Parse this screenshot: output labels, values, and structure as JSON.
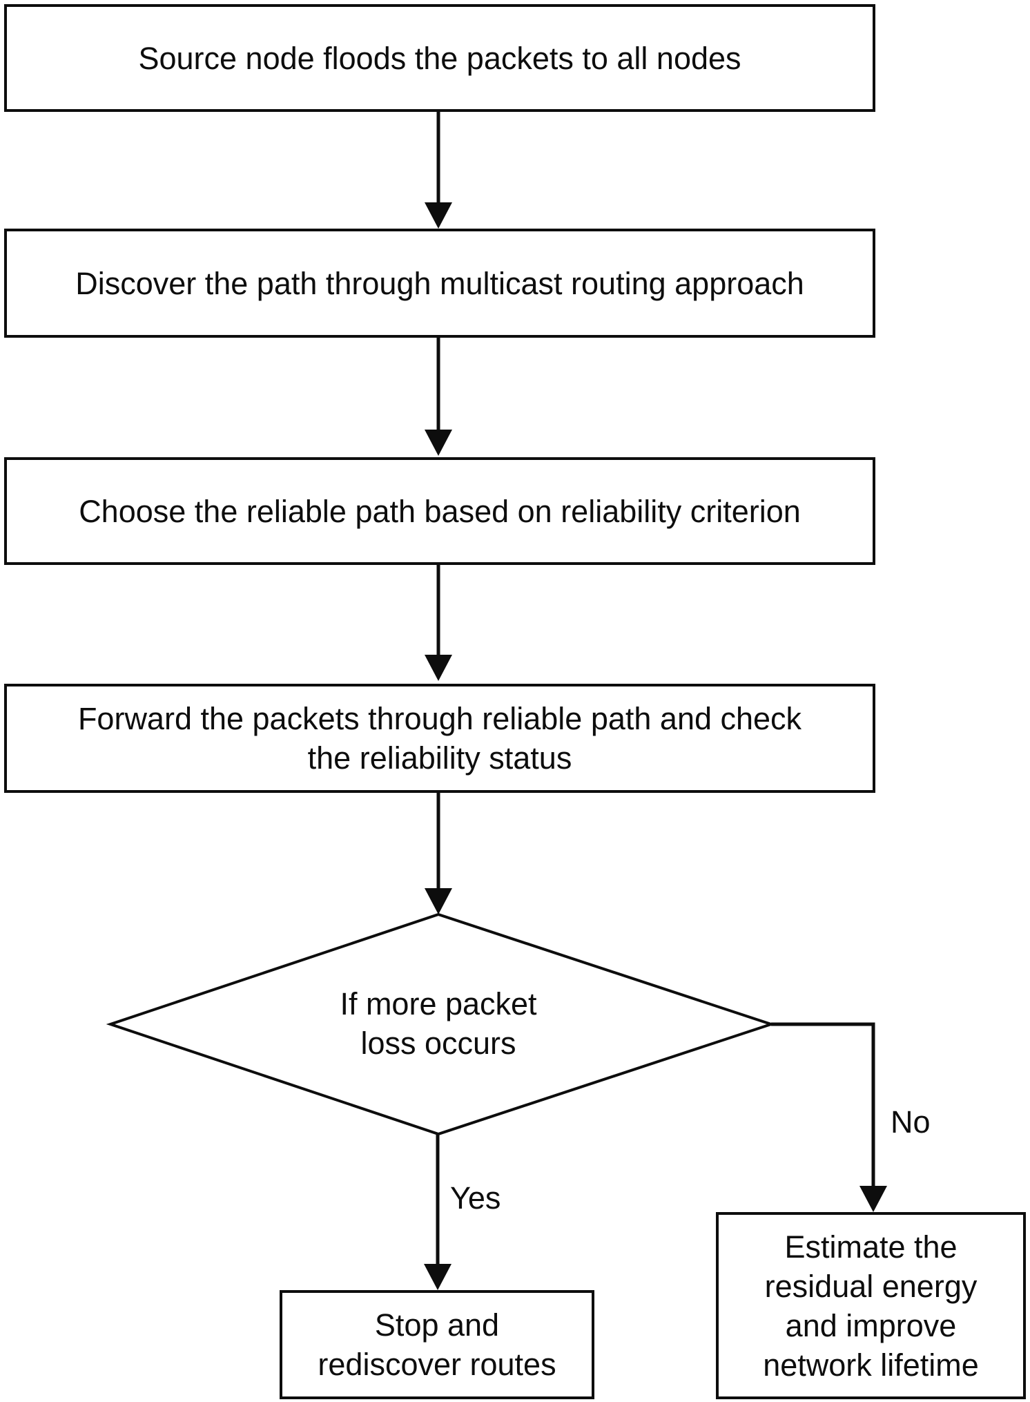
{
  "colors": {
    "ink": "#0d0d0d",
    "background": "#ffffff"
  },
  "flowchart": {
    "nodes": [
      {
        "id": "source",
        "type": "process",
        "label": "Source node floods the packets to all nodes"
      },
      {
        "id": "discover",
        "type": "process",
        "label": "Discover the path through multicast routing approach"
      },
      {
        "id": "choose",
        "type": "process",
        "label": "Choose the reliable path based on reliability criterion"
      },
      {
        "id": "forward",
        "type": "process",
        "lines": [
          "Forward the packets through reliable path and check",
          "the reliability status"
        ]
      },
      {
        "id": "packet-loss-decision",
        "type": "decision",
        "lines": [
          "If more packet",
          "loss occurs"
        ]
      },
      {
        "id": "stop",
        "type": "process",
        "lines": [
          "Stop and",
          "rediscover routes"
        ]
      },
      {
        "id": "estimate",
        "type": "process",
        "lines": [
          "Estimate the",
          "residual energy",
          "and improve",
          "network lifetime"
        ]
      }
    ],
    "branch_labels": {
      "yes": "Yes",
      "no": "No"
    }
  }
}
